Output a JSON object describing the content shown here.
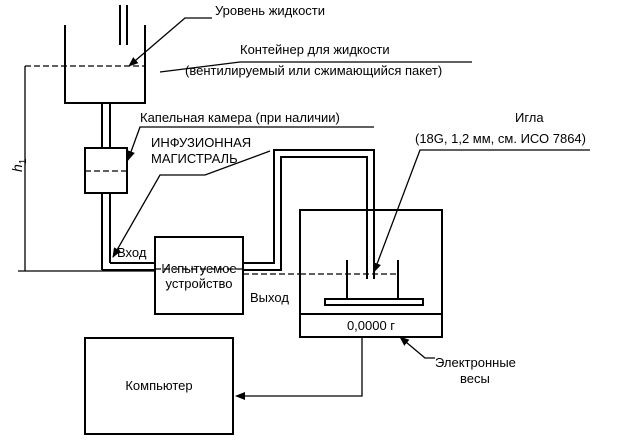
{
  "labels": {
    "liquid_level": "Уровень жидкости",
    "container_line1": "Контейнер для жидкости",
    "container_line2": "(вентилируемый или сжимающийся пакет)",
    "drip_chamber": "Капельная камера (при наличии)",
    "infusion_line1": "ИНФУЗИОННАЯ",
    "infusion_line2": "МАГИСТРАЛЬ",
    "inlet": "Вход",
    "outlet": "Выход",
    "device_line1": "Испытуемое",
    "device_line2": "устройство",
    "needle_title": "Игла",
    "needle_spec": "(18G, 1,2 мм, см. ИСО 7864)",
    "scale_reading": "0,0000 г",
    "scale_line1": "Электронные",
    "scale_line2": "весы",
    "computer": "Компьютер",
    "height_symbol": "h",
    "height_subscript": "1"
  }
}
